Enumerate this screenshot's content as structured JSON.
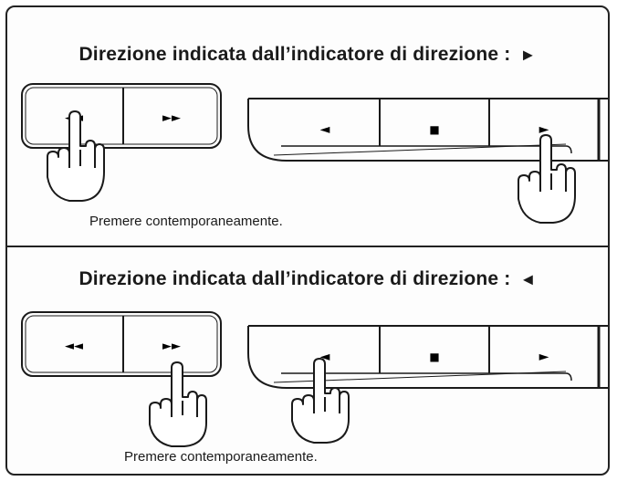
{
  "panels": [
    {
      "heading": "Direzione indicata dall’indicatore di direzione :",
      "direction_glyph": "►",
      "caption": "Premere contemporaneamente.",
      "pressed": {
        "remote": "rewind",
        "deck": "play"
      }
    },
    {
      "heading": "Direzione indicata dall’indicatore di direzione :",
      "direction_glyph": "◄",
      "caption": "Premere contemporaneamente.",
      "pressed": {
        "remote": "fast-forward",
        "deck": "reverse"
      }
    }
  ],
  "remote_buttons": [
    {
      "id": "rewind",
      "glyph": "◄◄"
    },
    {
      "id": "fast-forward",
      "glyph": "►►"
    }
  ],
  "deck_buttons": [
    {
      "id": "reverse",
      "glyph": "◄"
    },
    {
      "id": "stop",
      "glyph": "■"
    },
    {
      "id": "play",
      "glyph": "►"
    }
  ],
  "colors": {
    "ink": "#1a1a1a",
    "paper": "#fdfdfd"
  }
}
